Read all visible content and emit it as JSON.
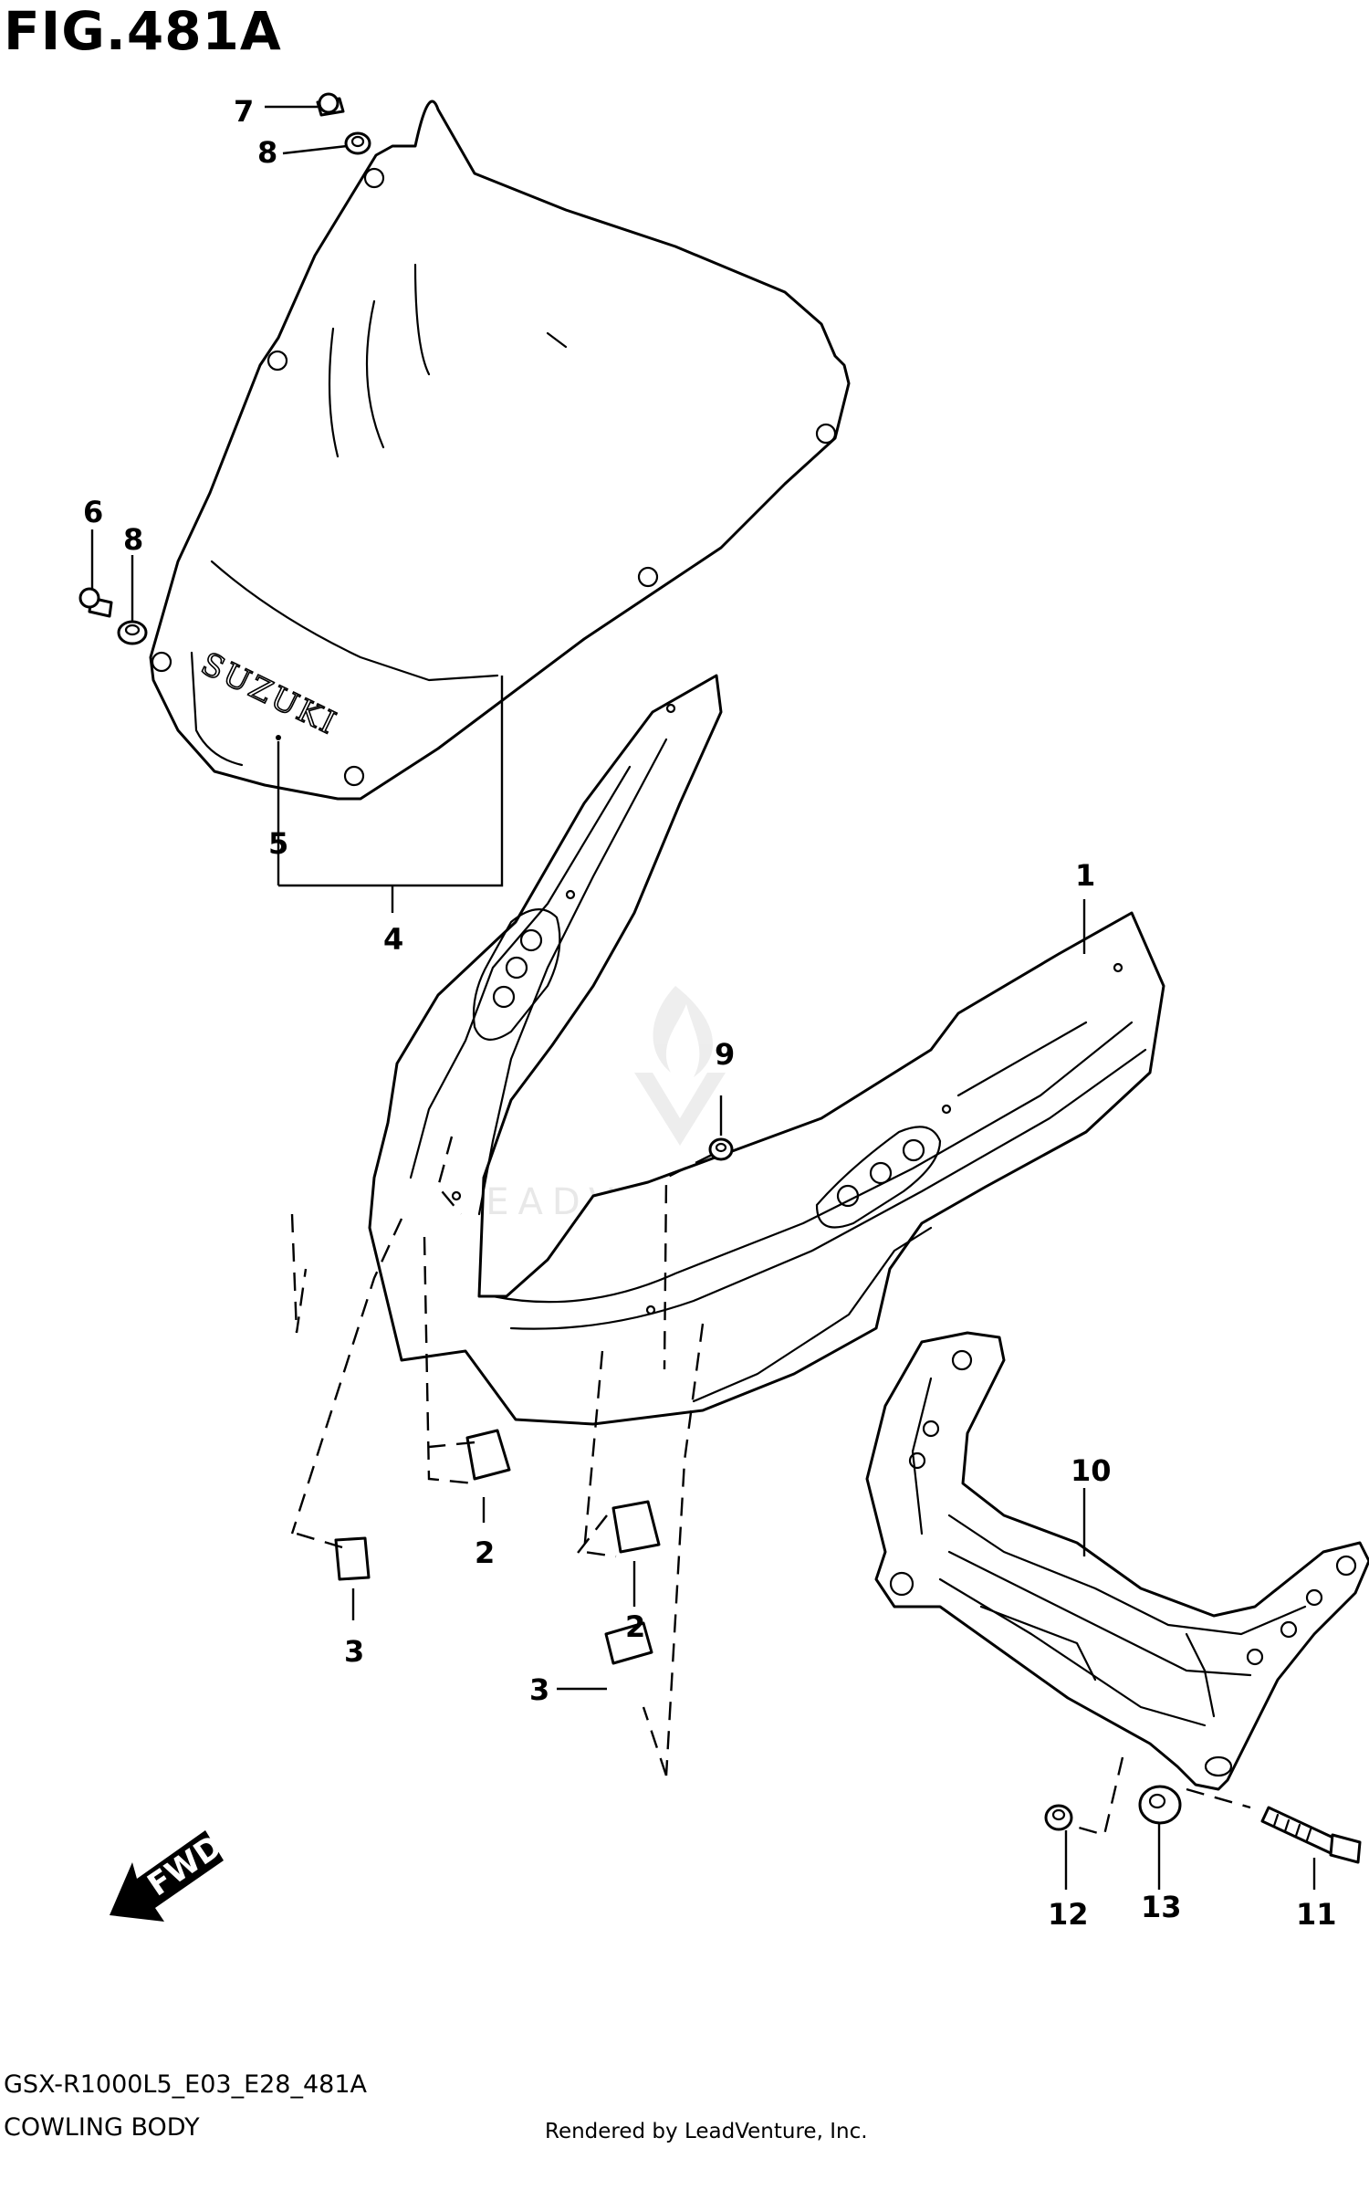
{
  "figure": {
    "title": "FIG.481A",
    "model_code": "GSX-R1000L5_E03_E28_481A",
    "section_name": "COWLING BODY",
    "rendered_by": "Rendered by LeadVenture, Inc."
  },
  "screen_logo_text": "SUZUKI",
  "direction_arrow_text": "FWD",
  "watermark_text": "LEADVENTURE",
  "callouts": {
    "c1": "1",
    "c2a": "2",
    "c2b": "2",
    "c3a": "3",
    "c3b": "3",
    "c4": "4",
    "c5": "5",
    "c6": "6",
    "c7": "7",
    "c8a": "8",
    "c8b": "8",
    "c9": "9",
    "c10": "10",
    "c11": "11",
    "c12": "12",
    "c13": "13"
  }
}
